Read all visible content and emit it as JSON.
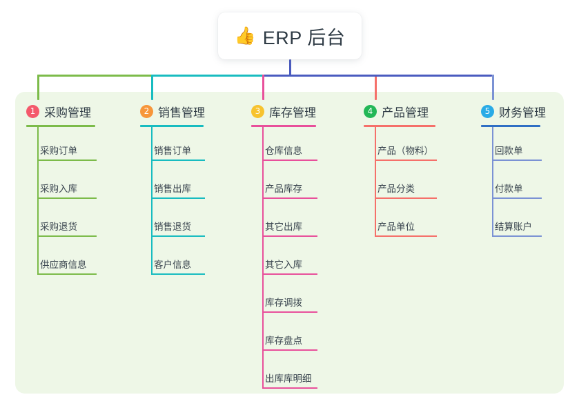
{
  "root": {
    "icon": "thumbs-up-icon",
    "icon_glyph": "👍",
    "title": "ERP 后台"
  },
  "theme": {
    "page_bg": "#ffffff",
    "panel_bg": "#eef7e7",
    "card_bg": "#ffffff",
    "text": "#2f3b45",
    "item_text": "#3b4650",
    "trunk": "#4a5bbf"
  },
  "columns": [
    {
      "number": "1",
      "title": "采购管理",
      "badge_color": "#f4596b",
      "line_color": "#7cbb4a",
      "head_rule_color": "#7cbb4a",
      "rule_width": 100,
      "items": [
        "采购订单",
        "采购入库",
        "采购退货",
        "供应商信息"
      ]
    },
    {
      "number": "2",
      "title": "销售管理",
      "badge_color": "#f7963a",
      "line_color": "#18bcc0",
      "head_rule_color": "#18bcc0",
      "rule_width": 92,
      "items": [
        "销售订单",
        "销售出库",
        "销售退货",
        "客户信息"
      ]
    },
    {
      "number": "3",
      "title": "库存管理",
      "badge_color": "#f7c32e",
      "line_color": "#e8509b",
      "head_rule_color": "#e8509b",
      "rule_width": 94,
      "items": [
        "仓库信息",
        "产品库存",
        "其它出库",
        "其它入库",
        "库存调拨",
        "库存盘点",
        "出库库明细"
      ]
    },
    {
      "number": "4",
      "title": "产品管理",
      "badge_color": "#23b757",
      "line_color": "#f5706a",
      "head_rule_color": "#f5706a",
      "rule_width": 104,
      "items": [
        "产品（物料）",
        "产品分类",
        "产品单位"
      ]
    },
    {
      "number": "5",
      "title": "财务管理",
      "badge_color": "#29abe6",
      "line_color": "#7b92d4",
      "head_rule_color": "#2f6fc4",
      "rule_width": 86,
      "items": [
        "回款单",
        "付款单",
        "结算账户"
      ]
    }
  ]
}
